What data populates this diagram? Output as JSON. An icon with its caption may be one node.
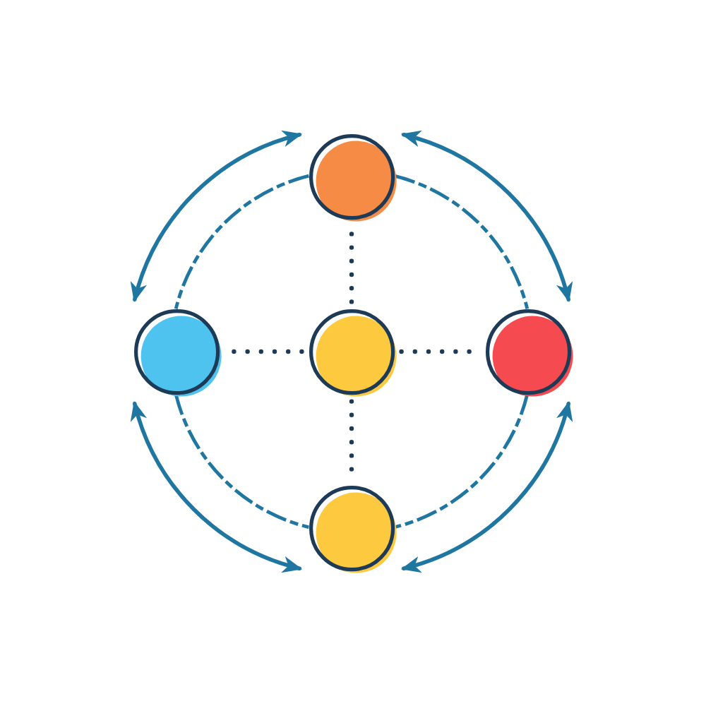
{
  "diagram": {
    "nodes": [
      {
        "text": [],
        "shape": "circle"
      },
      {
        "text": [],
        "shape": "circle"
      },
      {
        "text": [],
        "shape": "circle"
      },
      {
        "text": [],
        "shape": "circle"
      },
      {
        "text": [],
        "shape": "circle"
      }
    ],
    "edges": [
      {
        "from": 0,
        "to": 1,
        "arrow": "both"
      },
      {
        "from": 0,
        "to": 3,
        "arrow": "both"
      },
      {
        "from": 1,
        "to": 4,
        "arrow": "both"
      },
      {
        "from": 3,
        "to": 4,
        "arrow": "both"
      },
      {
        "from": 0,
        "to": 1,
        "arrow": "none",
        "style": "dashed"
      },
      {
        "from": 0,
        "to": 3,
        "arrow": "none",
        "style": "dashed"
      },
      {
        "from": 1,
        "to": 4,
        "arrow": "none",
        "style": "dashed"
      },
      {
        "from": 3,
        "to": 4,
        "arrow": "none",
        "style": "dashed"
      },
      {
        "from": 2,
        "to": 0,
        "arrow": "none",
        "style": "dashed",
        "color": "#1d3b57"
      },
      {
        "from": 2,
        "to": 1,
        "arrow": "none",
        "style": "dashed",
        "color": "#1d3b57"
      },
      {
        "from": 2,
        "to": 3,
        "arrow": "none",
        "style": "dashed",
        "color": "#1d3b57"
      },
      {
        "from": 2,
        "to": 4,
        "arrow": "none",
        "style": "dashed",
        "color": "#1d3b57"
      }
    ]
  }
}
